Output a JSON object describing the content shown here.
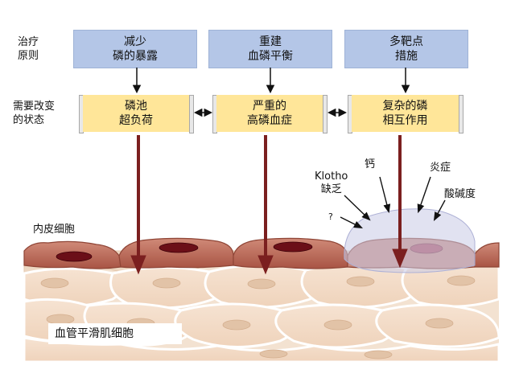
{
  "row_labels": {
    "principles": [
      "治疗",
      "原则"
    ],
    "states": [
      "需要改变",
      "的状态"
    ]
  },
  "principles": [
    {
      "lines": [
        "减少",
        "磷的暴露"
      ]
    },
    {
      "lines": [
        "重建",
        "血磷平衡"
      ]
    },
    {
      "lines": [
        "多靶点",
        "措施"
      ]
    }
  ],
  "states": [
    {
      "lines": [
        "磷池",
        "超负荷"
      ]
    },
    {
      "lines": [
        "严重的",
        "高磷血症"
      ]
    },
    {
      "lines": [
        "复杂的磷",
        "相互作用"
      ]
    }
  ],
  "annotations": {
    "klotho": "Klotho",
    "deficiency": "缺乏",
    "calcium": "钙",
    "inflammation": "炎症",
    "acidity": "酸碱度",
    "question": "?"
  },
  "cell_labels": {
    "endothelial": "内皮细胞",
    "smooth_muscle": "血管平滑肌细胞"
  },
  "colors": {
    "principle_box": "#b4c6e7",
    "state_box": "#ffe699",
    "arrow": "#7b1f1f",
    "endothelium": "#c0705f",
    "smooth_muscle": "#f3d9c3"
  }
}
